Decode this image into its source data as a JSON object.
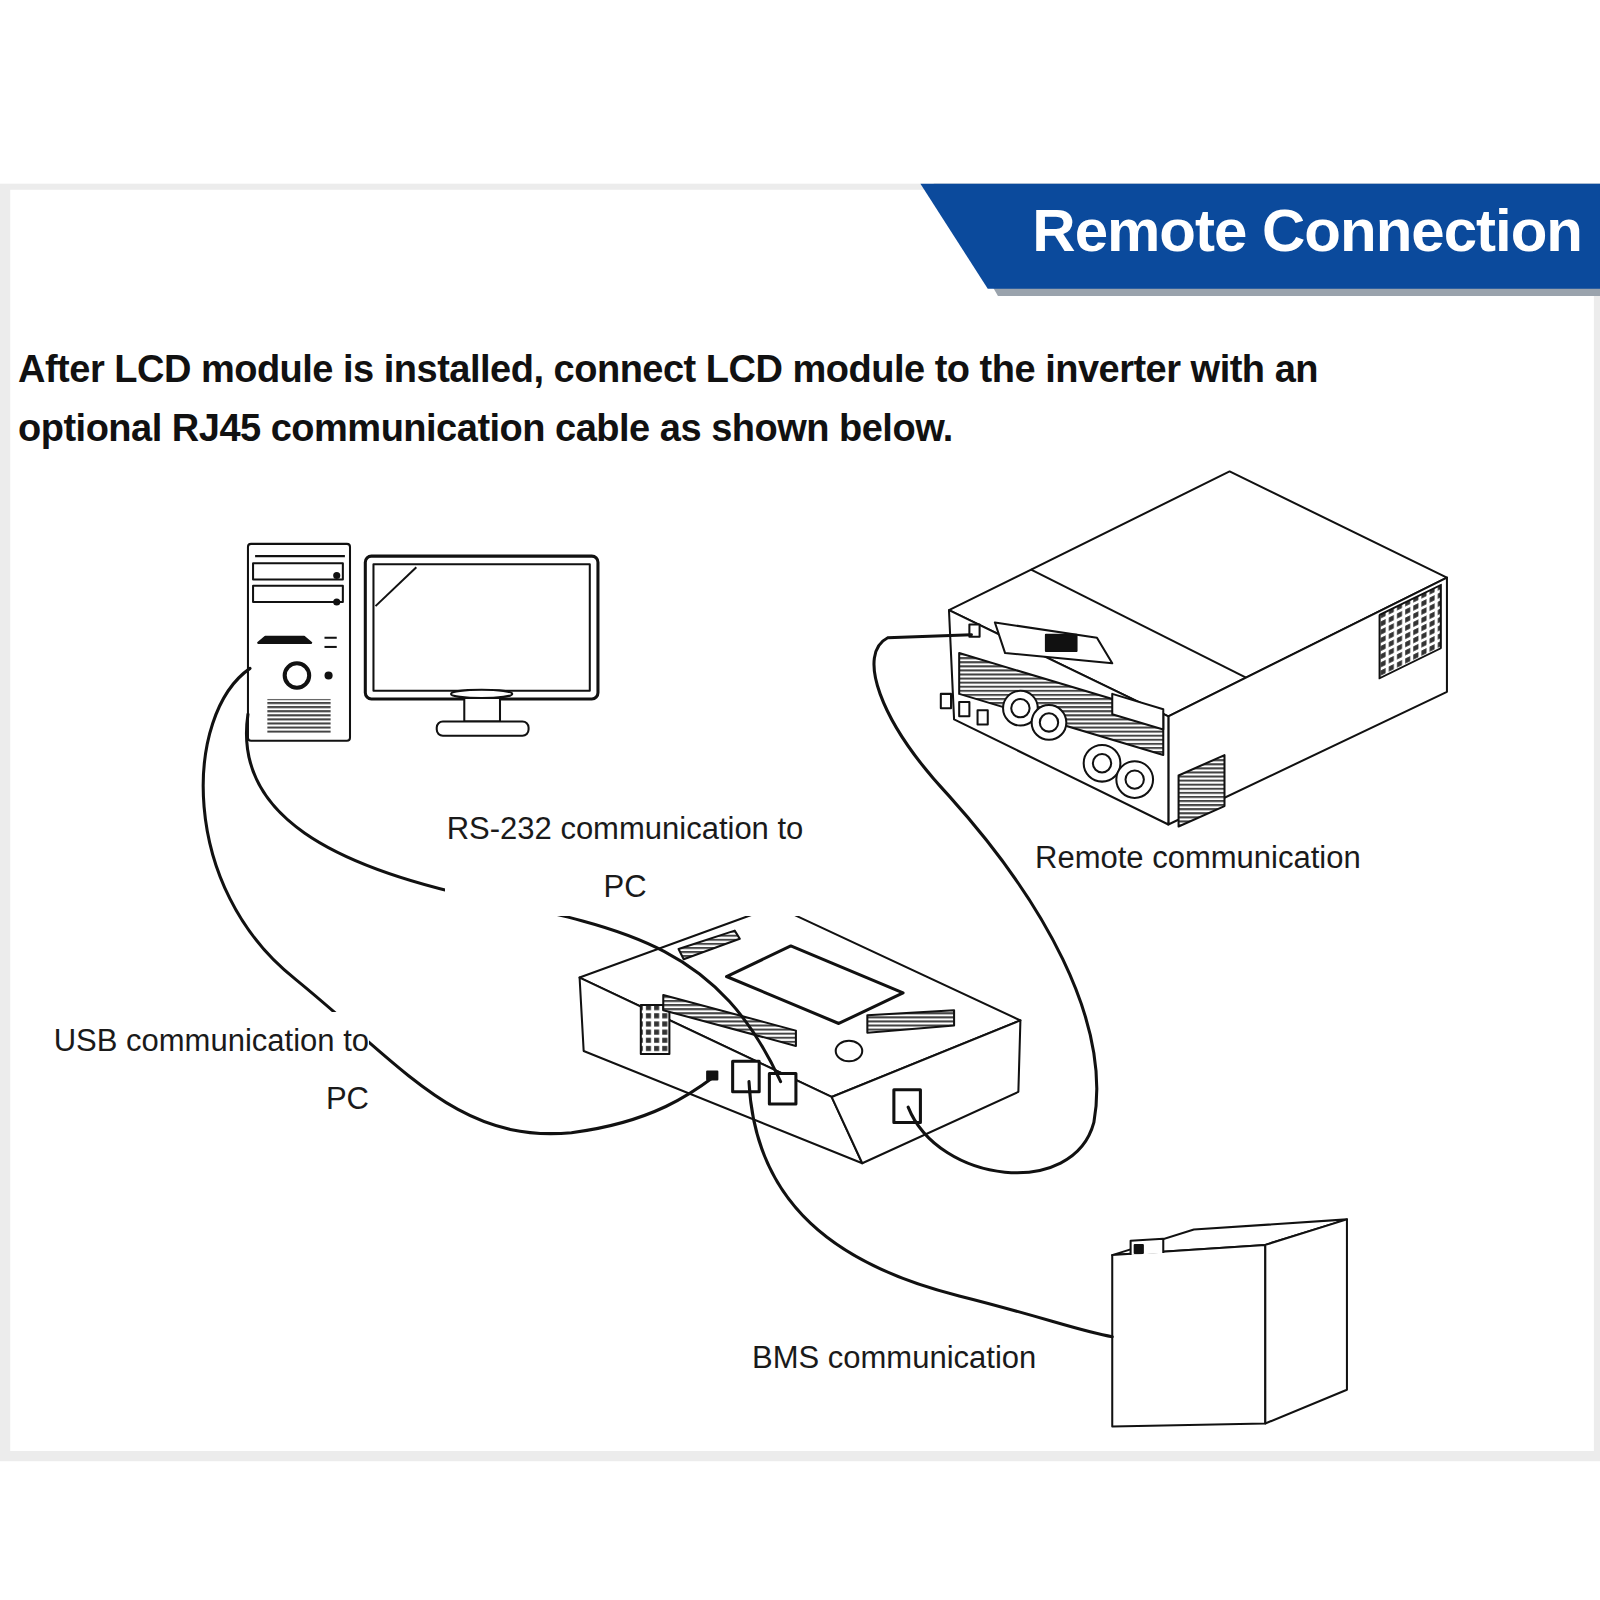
{
  "diagram": {
    "title": "Remote Connection",
    "labels": [
      "After LCD module is installed, connect LCD module to the inverter with an optional RJ45 communication cable as shown below.",
      "RS-232 communication to PC",
      "Remote communication",
      "USB communication to PC",
      "BMS communication"
    ]
  }
}
